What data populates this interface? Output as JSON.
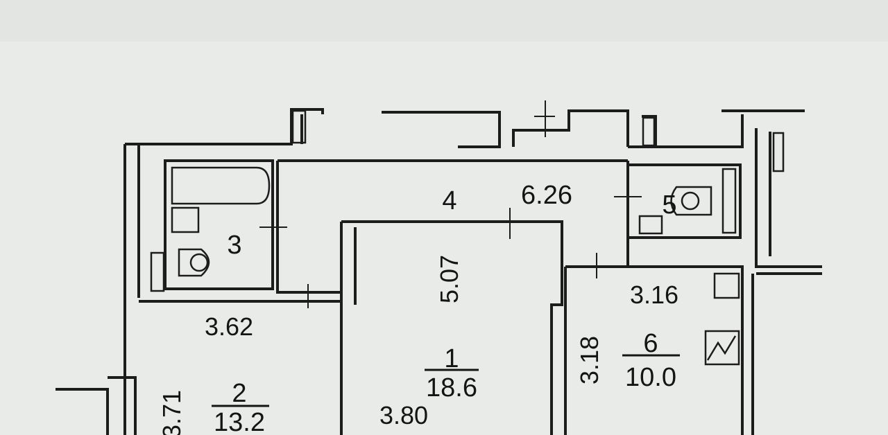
{
  "colors": {
    "paper": "#e9ebe8",
    "wall": "#1c1c1c"
  },
  "rooms": [
    {
      "id": "1",
      "area": "18.6"
    },
    {
      "id": "2",
      "area": "13.2"
    },
    {
      "id": "3"
    },
    {
      "id": "4",
      "area": "6.26"
    },
    {
      "id": "5"
    },
    {
      "id": "6",
      "area": "10.0"
    }
  ],
  "dimensions": {
    "room1_depth": "5.07",
    "room1_width": "3.80",
    "room2_width": "3.62",
    "room2_depth": "3.71",
    "room6_width": "3.16",
    "room6_depth": "3.18"
  }
}
